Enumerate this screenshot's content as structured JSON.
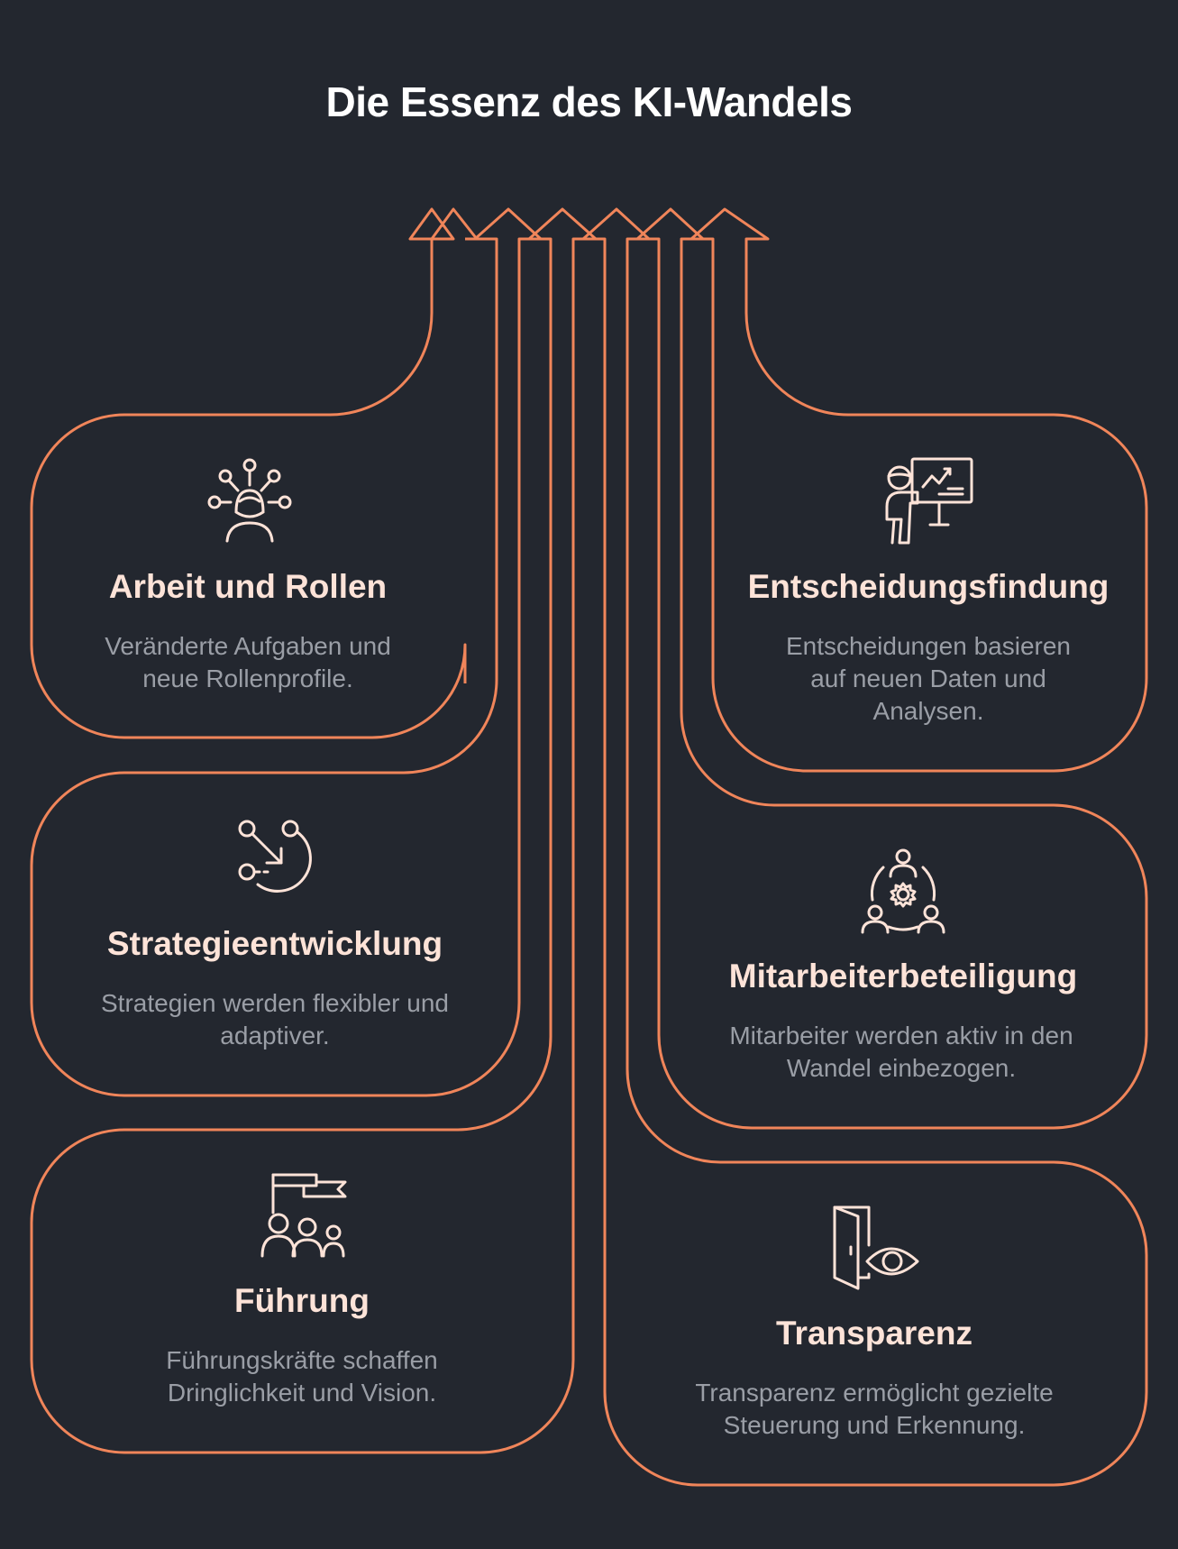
{
  "title": "Die Essenz des KI-Wandels",
  "colors": {
    "background": "#23272f",
    "accent": "#f0855a",
    "heading": "#fde3d8",
    "text": "#9a9ea6"
  },
  "cards": [
    {
      "icon": "networking-person-icon",
      "title": "Arbeit und Rollen",
      "description": "Veränderte Aufgaben und neue Rollenprofile."
    },
    {
      "icon": "strategy-arrow-icon",
      "title": "Strategieentwicklung",
      "description": "Strategien werden flexibler und adaptiver."
    },
    {
      "icon": "team-flag-icon",
      "title": "Führung",
      "description": "Führungskräfte schaffen Dringlichkeit und Vision."
    },
    {
      "icon": "presentation-chart-icon",
      "title": "Entscheidungsfindung",
      "description": "Entscheidungen basieren auf neuen Daten und Analysen."
    },
    {
      "icon": "team-gear-icon",
      "title": "Mitarbeiterbeteiligung",
      "description": "Mitarbeiter werden aktiv in den Wandel einbezogen."
    },
    {
      "icon": "door-eye-icon",
      "title": "Transparenz",
      "description": "Transparenz ermöglicht gezielte Steuerung und Erkennung."
    }
  ]
}
